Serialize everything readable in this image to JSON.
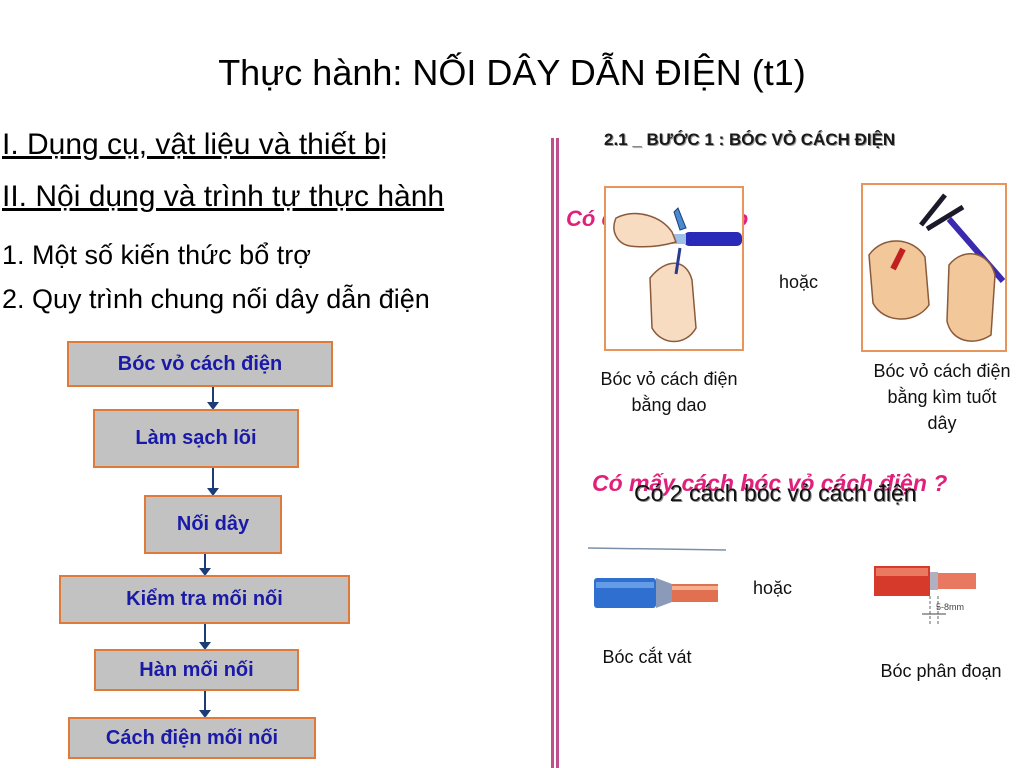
{
  "slide": {
    "title": "Thực hành: NỐI DÂY DẪN ĐIỆN (t1)",
    "heading_1": "I. Dụng cụ, vật liệu và thiết bị",
    "heading_2": "II. Nội dụng và trình tự thực hành",
    "item_1": "1. Một số kiến thức bổ trợ",
    "item_2": "2. Quy trình chung nối dây dẫn điện"
  },
  "flow": {
    "steps": [
      "Bóc vỏ cách điện",
      "Làm sạch lõi",
      "Nối dây",
      "Kiểm tra mối nối",
      "Hàn mối nối",
      "Cách điện mối nối"
    ]
  },
  "right": {
    "step_title": "2.1 _ BƯỚC 1 : BÓC VỎ CÁCH ĐIỆN",
    "question_1": "Có những cách nào?",
    "question_1_visible": "Có cách điện nào",
    "caption_knife": "Bóc vỏ cách điện bằng dao",
    "or_1": "hoặc",
    "caption_pliers": "Bóc vỏ cách điện bằng kìm tuốt dây",
    "question_2": "Có mấy cách bóc vỏ cách điện ?",
    "answer_2": "Có 2 cách bóc vỏ cách điện",
    "or_2": "hoặc",
    "caption_bevel": "Bóc cắt vát",
    "caption_segment": "Bóc phân đoạn",
    "dimension_label": "5-8mm"
  },
  "colors": {
    "divider": "#c0508c",
    "box_fill": "#c2c2c2",
    "box_border": "#e07a38",
    "box_text": "#1a1aa8",
    "question_text": "#e0207a"
  },
  "icons": [
    "hand-knife-illustration",
    "wire-stripper-illustration",
    "bevel-strip-wire-illustration",
    "segment-strip-wire-illustration"
  ]
}
